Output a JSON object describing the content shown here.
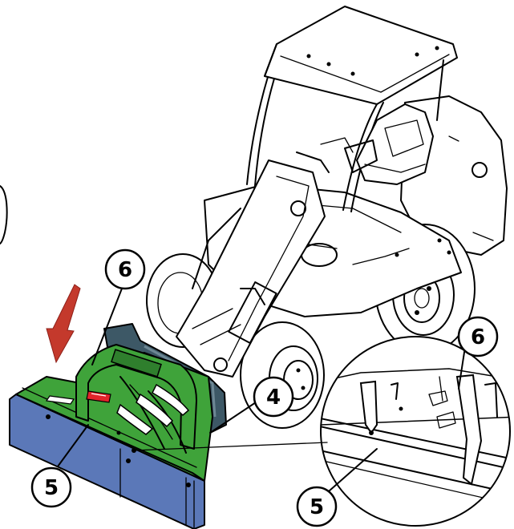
{
  "callouts": [
    {
      "id": "callout-6-main",
      "label": "6"
    },
    {
      "id": "callout-4",
      "label": "4"
    },
    {
      "id": "callout-5-main",
      "label": "5"
    },
    {
      "id": "callout-6-detail",
      "label": "6"
    },
    {
      "id": "callout-5-detail",
      "label": "5"
    }
  ],
  "colors": {
    "attachment_frame": "#3fa33a",
    "bucket_blade": "#5b78b8",
    "rear_frame": "#3d5866",
    "arrow": "#c4392c",
    "warning_label": "#e2242a",
    "line": "#000000",
    "background": "#ffffff"
  },
  "arrow": {
    "direction": "down",
    "icon": "down-arrow-icon"
  }
}
